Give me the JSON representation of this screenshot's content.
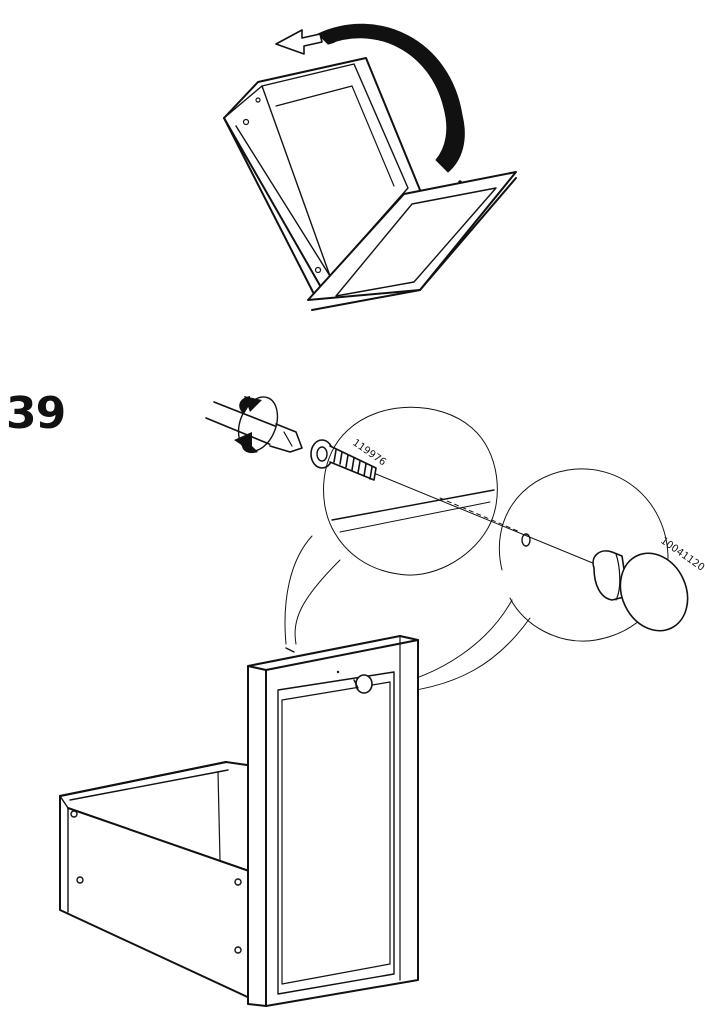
{
  "step": {
    "number": "39"
  },
  "parts": {
    "screw_article": "119976",
    "knob_article": "10041120"
  },
  "icons": [
    "rotate-arrow-icon",
    "screwdriver-icon",
    "screw-icon",
    "knob-icon",
    "drawer-icon"
  ],
  "colors": {
    "ink": "#111111",
    "paper": "#ffffff"
  }
}
